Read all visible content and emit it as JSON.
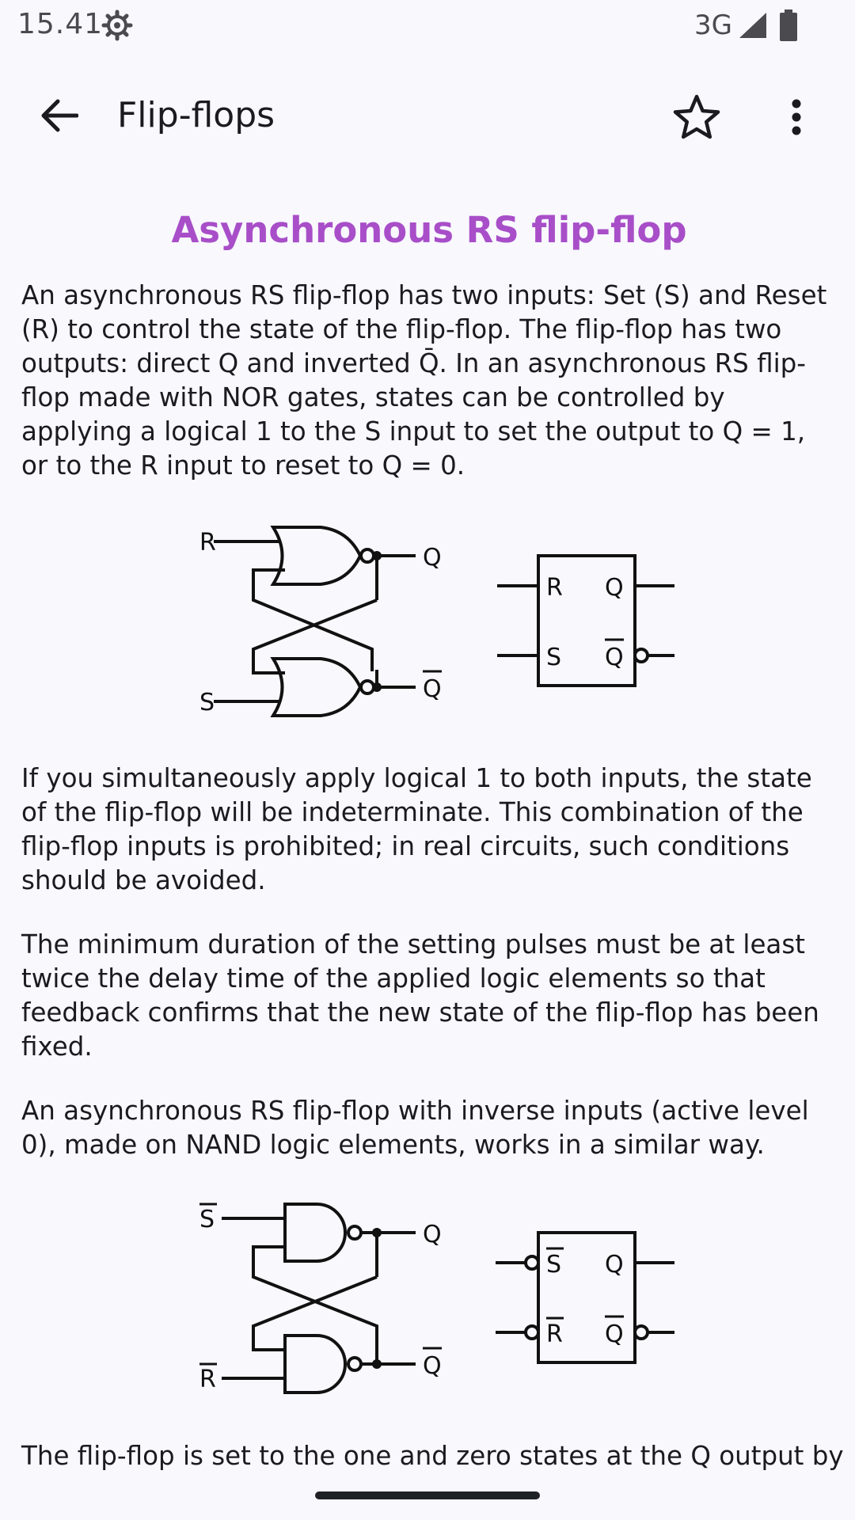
{
  "status_bar": {
    "time": "15.41",
    "network": "3G",
    "icons": [
      "settings-gear-icon",
      "signal-icon",
      "battery-icon"
    ]
  },
  "app_bar": {
    "title": "Flip-flops",
    "icons": [
      "back-arrow-icon",
      "star-outline-icon",
      "more-vert-icon"
    ]
  },
  "article": {
    "heading": "Asynchronous RS flip-flop",
    "heading_color": "#a84ec8",
    "paragraphs": [
      "An asynchronous RS flip-flop has two inputs: Set (S) and Reset (R) to control the state of the flip-flop. The flip-flop has two outputs: direct Q and inverted Q̄. In an asynchronous RS flip-flop made with NOR gates, states can be controlled by applying a logical 1 to the S input to set the output to Q = 1, or to the R input to reset to Q = 0.",
      "If you simultaneously apply logical 1 to both inputs, the state of the flip-flop will be indeterminate. This combination of the flip-flop inputs is prohibited; in real circuits, such conditions should be avoided.",
      "The minimum duration of the setting pulses must be at least twice the delay time of the applied logic elements so that feedback confirms that the new state of the flip-flop has been fixed.",
      "An asynchronous RS flip-flop with inverse inputs (active level 0), made on NAND logic elements, works in a similar way.",
      "The flip-flop is set to the one and zero states at the Q output by"
    ]
  },
  "diagram_nor": {
    "input_top": "R",
    "input_bottom": "S",
    "output_top": "Q",
    "output_bottom": "Q",
    "box_in_top": "R",
    "box_in_bottom": "S",
    "box_out_top": "Q",
    "box_out_bottom": "Q"
  },
  "diagram_nand": {
    "input_top": "S",
    "input_bottom": "R",
    "output_top": "Q",
    "output_bottom": "Q",
    "box_in_top": "S",
    "box_in_bottom": "R",
    "box_out_top": "Q",
    "box_out_bottom": "Q"
  }
}
